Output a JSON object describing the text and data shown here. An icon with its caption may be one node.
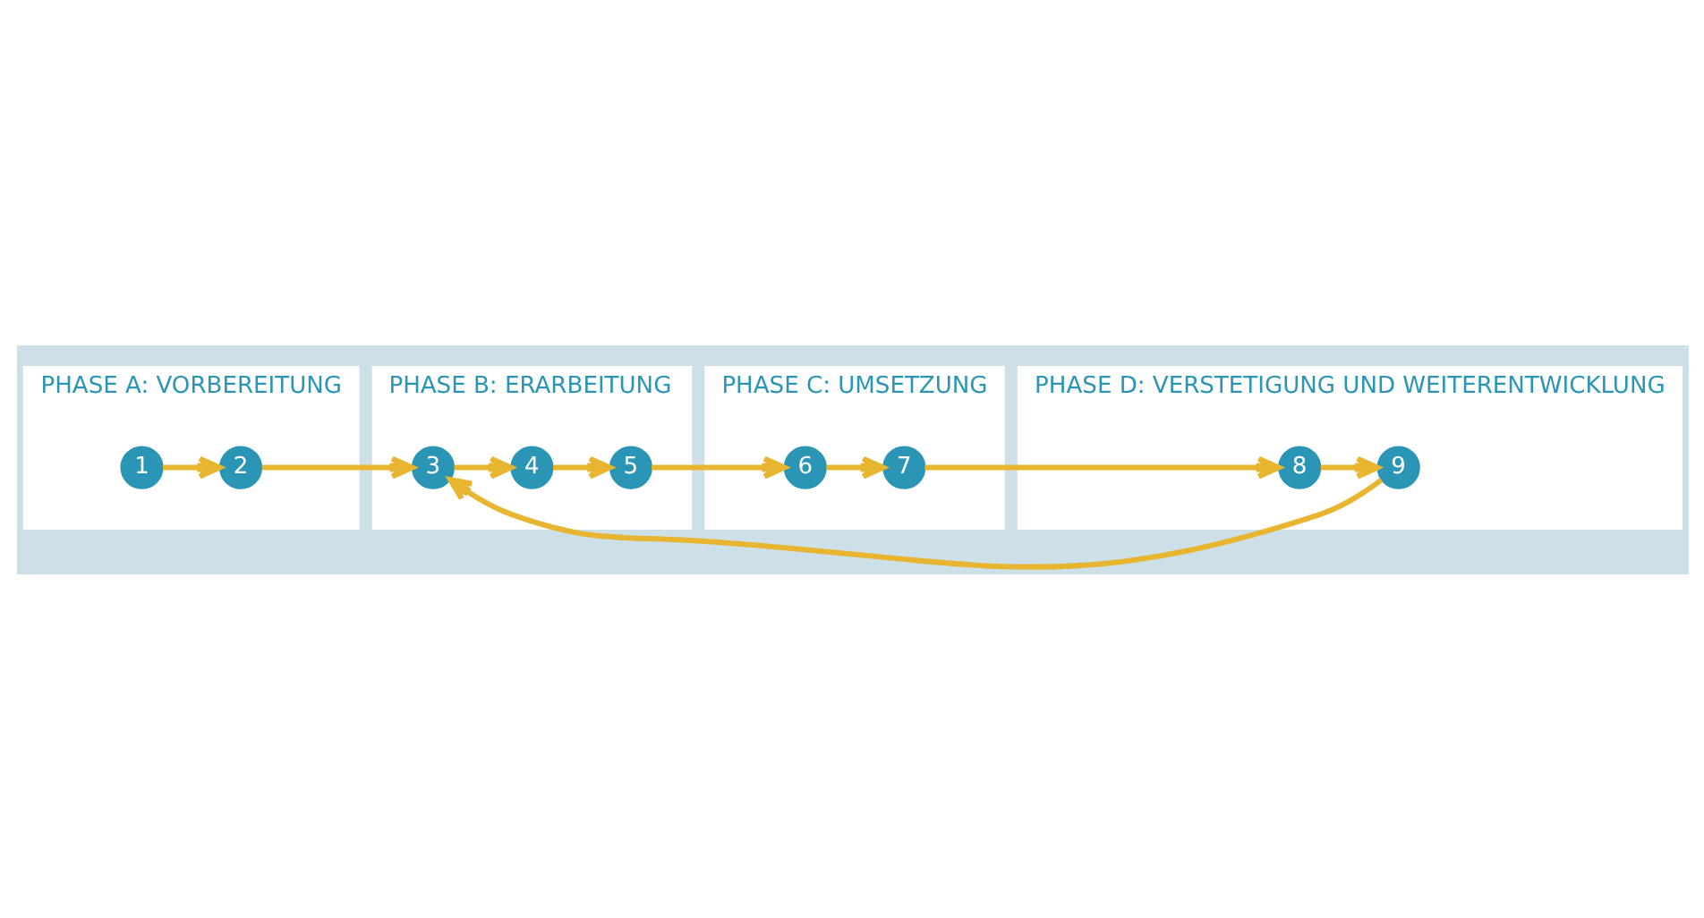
{
  "diagram": {
    "nodes": [
      {
        "text": [
          "PHASE A: VORBEREITUNG"
        ]
      },
      {
        "text": [
          "1"
        ],
        "in": 0
      },
      {
        "text": [
          "2"
        ],
        "in": 0
      },
      {
        "text": [
          "PHASE B: ERARBEITUNG"
        ]
      },
      {
        "text": [
          "3"
        ],
        "in": 3
      },
      {
        "text": [
          "4"
        ],
        "in": 3
      },
      {
        "text": [
          "5"
        ],
        "in": 3
      },
      {
        "text": [
          "PHASE C: UMSETZUNG"
        ]
      },
      {
        "text": [
          "6"
        ],
        "in": 7
      },
      {
        "text": [
          "7"
        ],
        "in": 7
      },
      {
        "text": [
          "PHASE D: VERSTETIGUNG UND WEITERENTWICKLUNG"
        ]
      },
      {
        "text": [
          "8"
        ],
        "in": 10
      },
      {
        "text": [
          "9"
        ],
        "in": 10
      }
    ],
    "edges": [
      {
        "from": 1,
        "to": 2,
        "arrow": "to"
      },
      {
        "from": 2,
        "to": 4,
        "arrow": "to"
      },
      {
        "from": 4,
        "to": 5,
        "arrow": "to"
      },
      {
        "from": 5,
        "to": 6,
        "arrow": "to"
      },
      {
        "from": 6,
        "to": 8,
        "arrow": "to"
      },
      {
        "from": 8,
        "to": 9,
        "arrow": "to"
      },
      {
        "from": 9,
        "to": 11,
        "arrow": "to"
      },
      {
        "from": 11,
        "to": 12,
        "arrow": "to"
      },
      {
        "from": 12,
        "to": 4,
        "arrow": "to"
      }
    ]
  }
}
